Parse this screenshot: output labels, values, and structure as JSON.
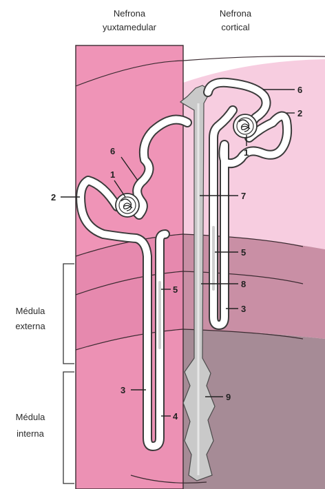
{
  "headers": {
    "juxtamedullary": [
      "Nefrona",
      "yuxtamedular"
    ],
    "cortical": [
      "Nefrona",
      "cortical"
    ]
  },
  "zones": {
    "outer_medulla": [
      "Médula",
      "externa"
    ],
    "inner_medulla": [
      "Médula",
      "interna"
    ]
  },
  "callouts": {
    "jm_glomerulus": "1",
    "jm_proximal": "2",
    "jm_thin_descending": "3",
    "jm_thin_ascending": "4",
    "jm_thick_ascending": "5",
    "jm_distal": "6",
    "c_glomerulus": "1",
    "c_proximal": "2",
    "c_thin_limb": "3",
    "c_thick_ascending": "5",
    "c_distal": "6",
    "collecting_cortical": "7",
    "collecting_outer": "8",
    "collecting_inner": "9"
  },
  "colors": {
    "cortex_left": "#ef93b6",
    "cortex_right": "#f7cde0",
    "outer_medulla_left": "#e586ab",
    "outer_medulla_right": "#c78aa0",
    "inner_medulla_right": "#a58a95",
    "duct": "#c9c9c9"
  }
}
